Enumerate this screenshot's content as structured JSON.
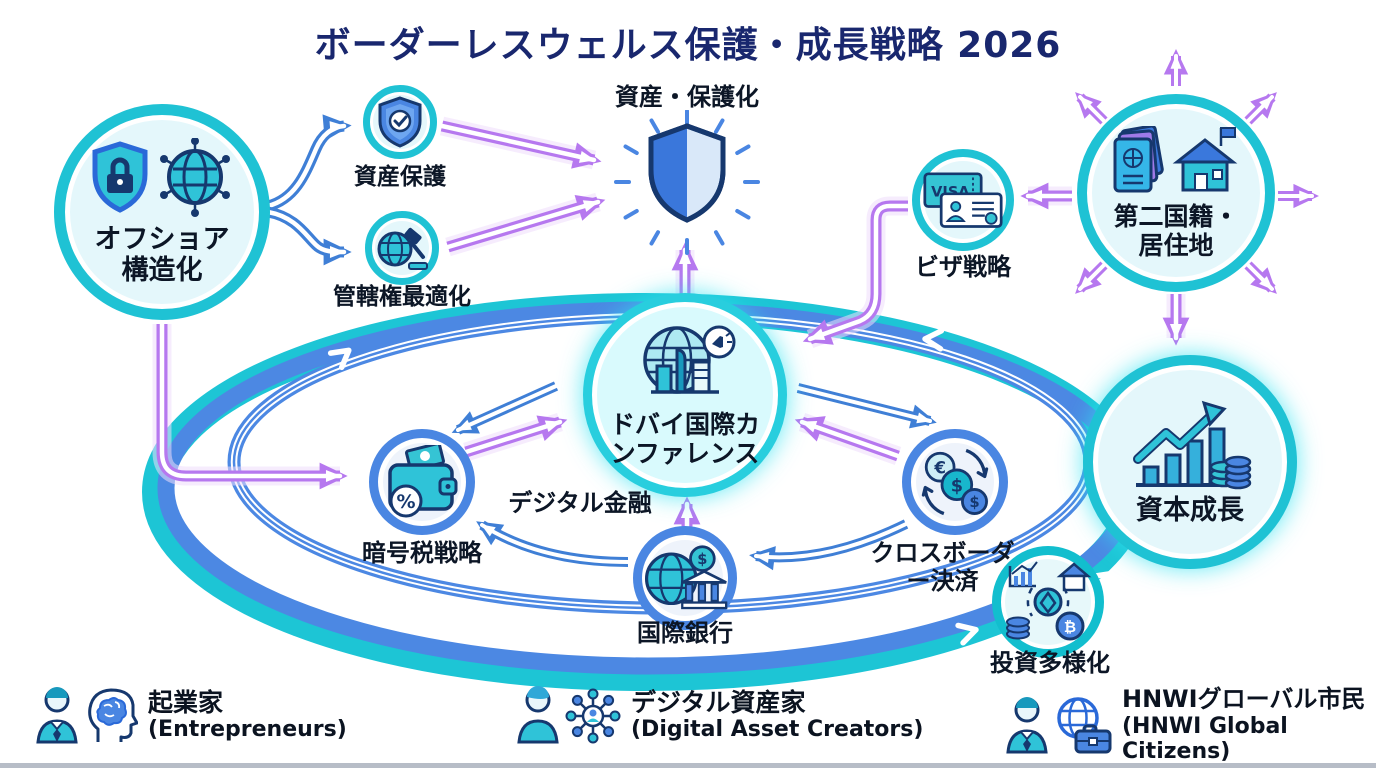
{
  "title": "ボーダーレスウェルス保護・成長戦略 2026",
  "nodes": {
    "offshore_structuring": {
      "line1": "オフショア",
      "line2": "構造化"
    },
    "asset_protection": {
      "label": "資産保護"
    },
    "jurisdiction_optimization": {
      "label": "管轄権最適化"
    },
    "asset_protection_center": {
      "label": "資産・保護化"
    },
    "visa_strategy": {
      "label": "ビザ戦略"
    },
    "second_citizenship_residence": {
      "line1": "第二国籍・",
      "line2": "居住地"
    },
    "dubai_conference": {
      "line1": "ドバイ国際カ",
      "line2": "ンファレンス"
    },
    "crypto_tax_strategy": {
      "label": "暗号税戦略"
    },
    "digital_finance": {
      "label": "デジタル金融"
    },
    "international_banking": {
      "label": "国際銀行"
    },
    "cross_border_payments": {
      "line1": "クロスボーダ",
      "line2": "ー決済"
    },
    "capital_growth": {
      "label": "資本成長"
    },
    "investment_diversification": {
      "label": "投資多様化"
    }
  },
  "glyphs": {
    "visa_card": "VISA",
    "percent": "%",
    "dollar": "$",
    "euro": "€",
    "bitcoin": "₿"
  },
  "legend": {
    "entrepreneurs": {
      "jp": "起業家",
      "en": "(Entrepreneurs)"
    },
    "digital_asset_creators": {
      "jp": "デジタル資産家",
      "en": "(Digital Asset Creators)"
    },
    "hnwi_global_citizens": {
      "jp": "HNWIグローバル市民",
      "en": "(HNWI Global Citizens)"
    }
  },
  "colors": {
    "background": "#ffffff",
    "title_navy": "#19276e",
    "teal_ring": "#1ec6d6",
    "band_blue": "#4c88e3",
    "arrow_purple": "#b678ef",
    "arrow_blue": "#3f7fd6",
    "icon_navy": "#16386e",
    "icon_teal": "#2fc3d8",
    "icon_blue": "#4a86e2",
    "light_cyan_fill": "#e4f7fb"
  }
}
